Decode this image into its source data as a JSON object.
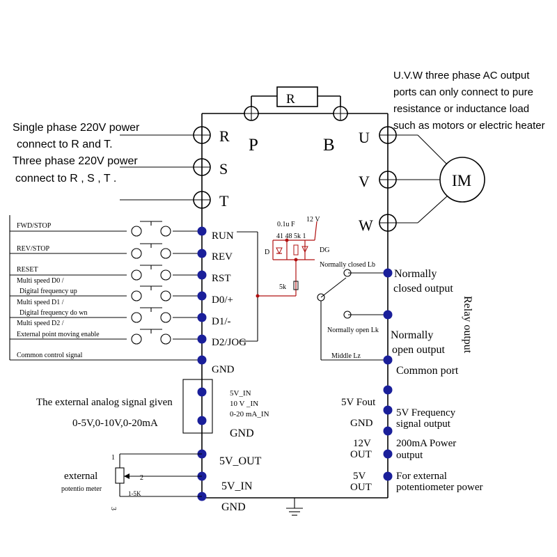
{
  "notes": {
    "uvw": [
      "U.V.W three phase AC output",
      "ports can only connect to pure",
      "resistance or inductance load",
      "such as motors or electric heater"
    ],
    "single_phase": [
      "Single phase 220V power",
      "connect to R and T."
    ],
    "three_phase": [
      "Three phase 220V power",
      "connect  to R , S , T ."
    ]
  },
  "power_terminals": {
    "r": "R",
    "s": "S",
    "t": "T",
    "p": "P",
    "b": "B",
    "brake": "R"
  },
  "output_terminals": {
    "u": "U",
    "v": "V",
    "w": "W",
    "motor": "IM"
  },
  "control_inputs": {
    "left_labels": [
      "FWD/STOP",
      "REV/STOP",
      "RESET",
      "Multi speed  D0 /",
      "Digital frequency   up",
      "Multi speed  D1 /",
      "Digital frequency   do wn",
      "Multi speed  D2 /",
      "External  point moving enable",
      "Common control signal"
    ],
    "terminals": [
      "RUN",
      "REV",
      "RST",
      "D0/+",
      "D1/-",
      "D2/JOG",
      "GND"
    ]
  },
  "circuit": {
    "cap": "0.1u F",
    "volt": "12 V",
    "parts": "41  48  5k  1",
    "d": "D",
    "dg": "DG",
    "res": "5k"
  },
  "relay": {
    "lb": "Normally closed Lb",
    "lk": "Normally open Lk",
    "lz": "Middle Lz",
    "nc": [
      "Normally",
      "closed output"
    ],
    "no": [
      "Normally",
      "open output"
    ],
    "com": "Common port",
    "side": "Relay output"
  },
  "analog": {
    "title": "The external analog signal given",
    "range": "0-5V,0-10V,0-20mA",
    "pins": [
      "5V_IN",
      "10 V _IN",
      "0-20 mA_IN"
    ],
    "gnd": "GND"
  },
  "right_outputs": {
    "fout": "5V Fout",
    "fout_desc": [
      "5V Frequency",
      "signal output"
    ],
    "gnd": "GND",
    "v12": [
      "12V",
      "OUT"
    ],
    "v12_desc": [
      "200mA Power",
      "output"
    ],
    "v5": [
      "5V",
      "OUT"
    ],
    "v5_desc": [
      "For external",
      "potentiometer power"
    ]
  },
  "bottom_terminals": [
    "5V_OUT",
    "5V_IN",
    "GND"
  ],
  "potentiometer": {
    "label": "external",
    "sub": "potentio meter",
    "p1": "1",
    "p2": "2",
    "p3": "3",
    "value": "1-5K"
  },
  "colors": {
    "red": "#b01010",
    "blue": "#1a1f9a",
    "ink": "#000000"
  }
}
